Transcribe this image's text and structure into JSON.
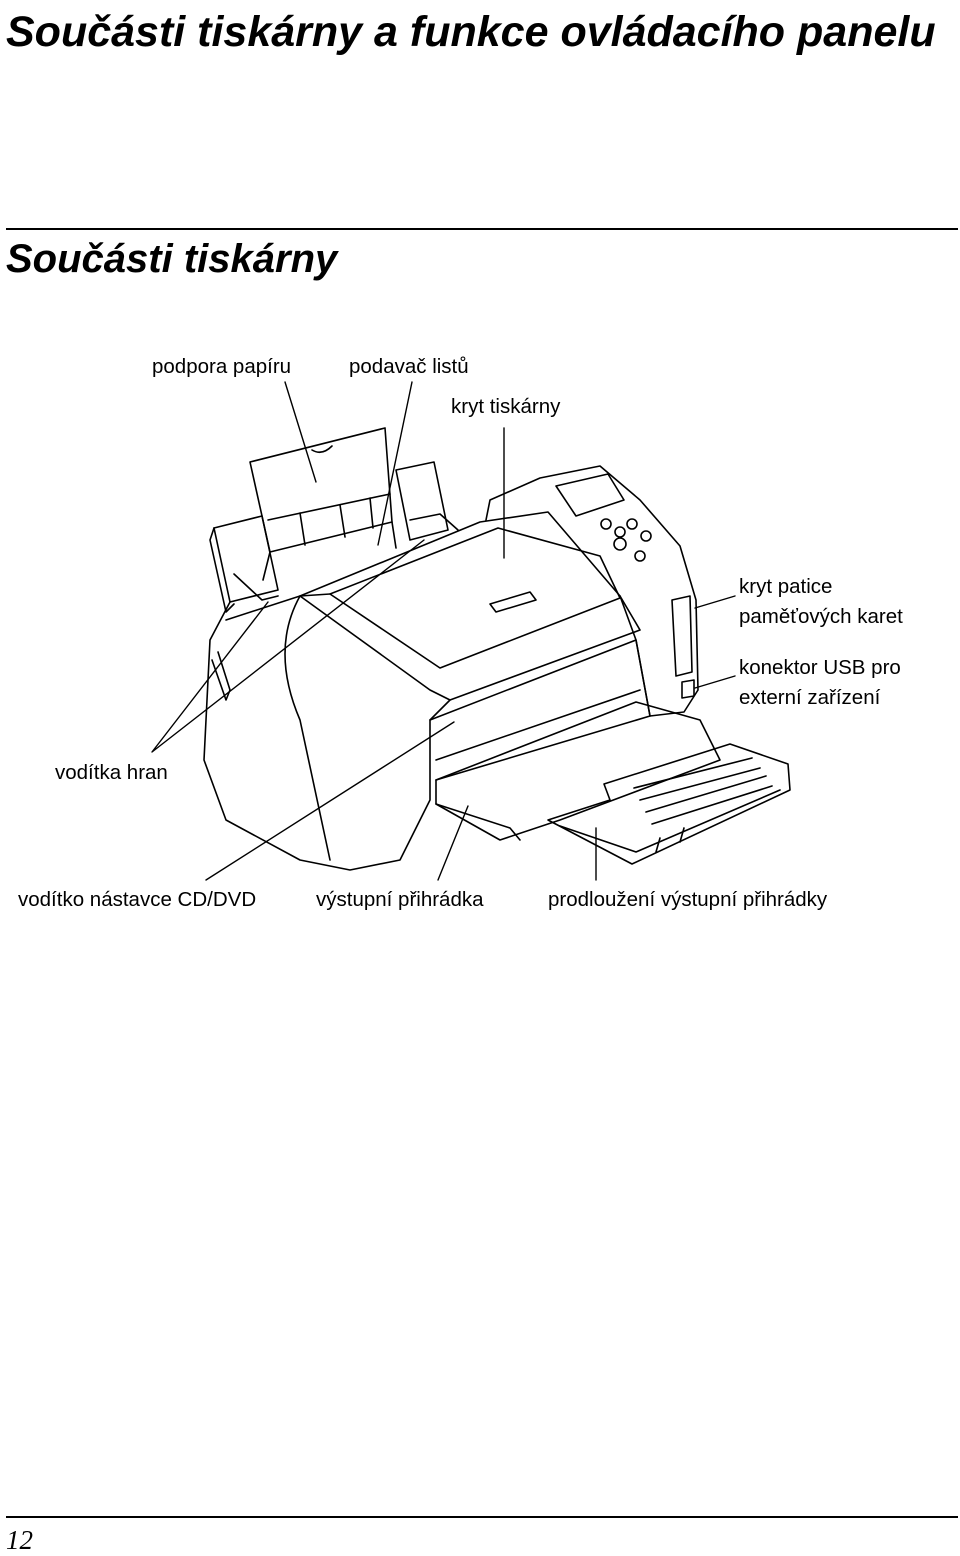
{
  "page": {
    "title": "Součásti tiskárny a funkce ovládacího panelu",
    "section_title": "Součásti tiskárny",
    "page_number": "12"
  },
  "figure": {
    "labels": {
      "paper_support": "podpora papíru",
      "sheet_feeder": "podavač listů",
      "printer_cover": "kryt tiskárny",
      "card_slot_cover_line1": "kryt patice",
      "card_slot_cover_line2": "paměťových karet",
      "usb_connector_line1": "konektor USB pro",
      "usb_connector_line2": "externí zařízení",
      "edge_guides": "vodítka hran",
      "cd_dvd_guide": "vodítko nástavce CD/DVD",
      "output_tray": "výstupní přihrádka",
      "output_tray_extension": "prodloužení výstupní přihrádky"
    }
  }
}
